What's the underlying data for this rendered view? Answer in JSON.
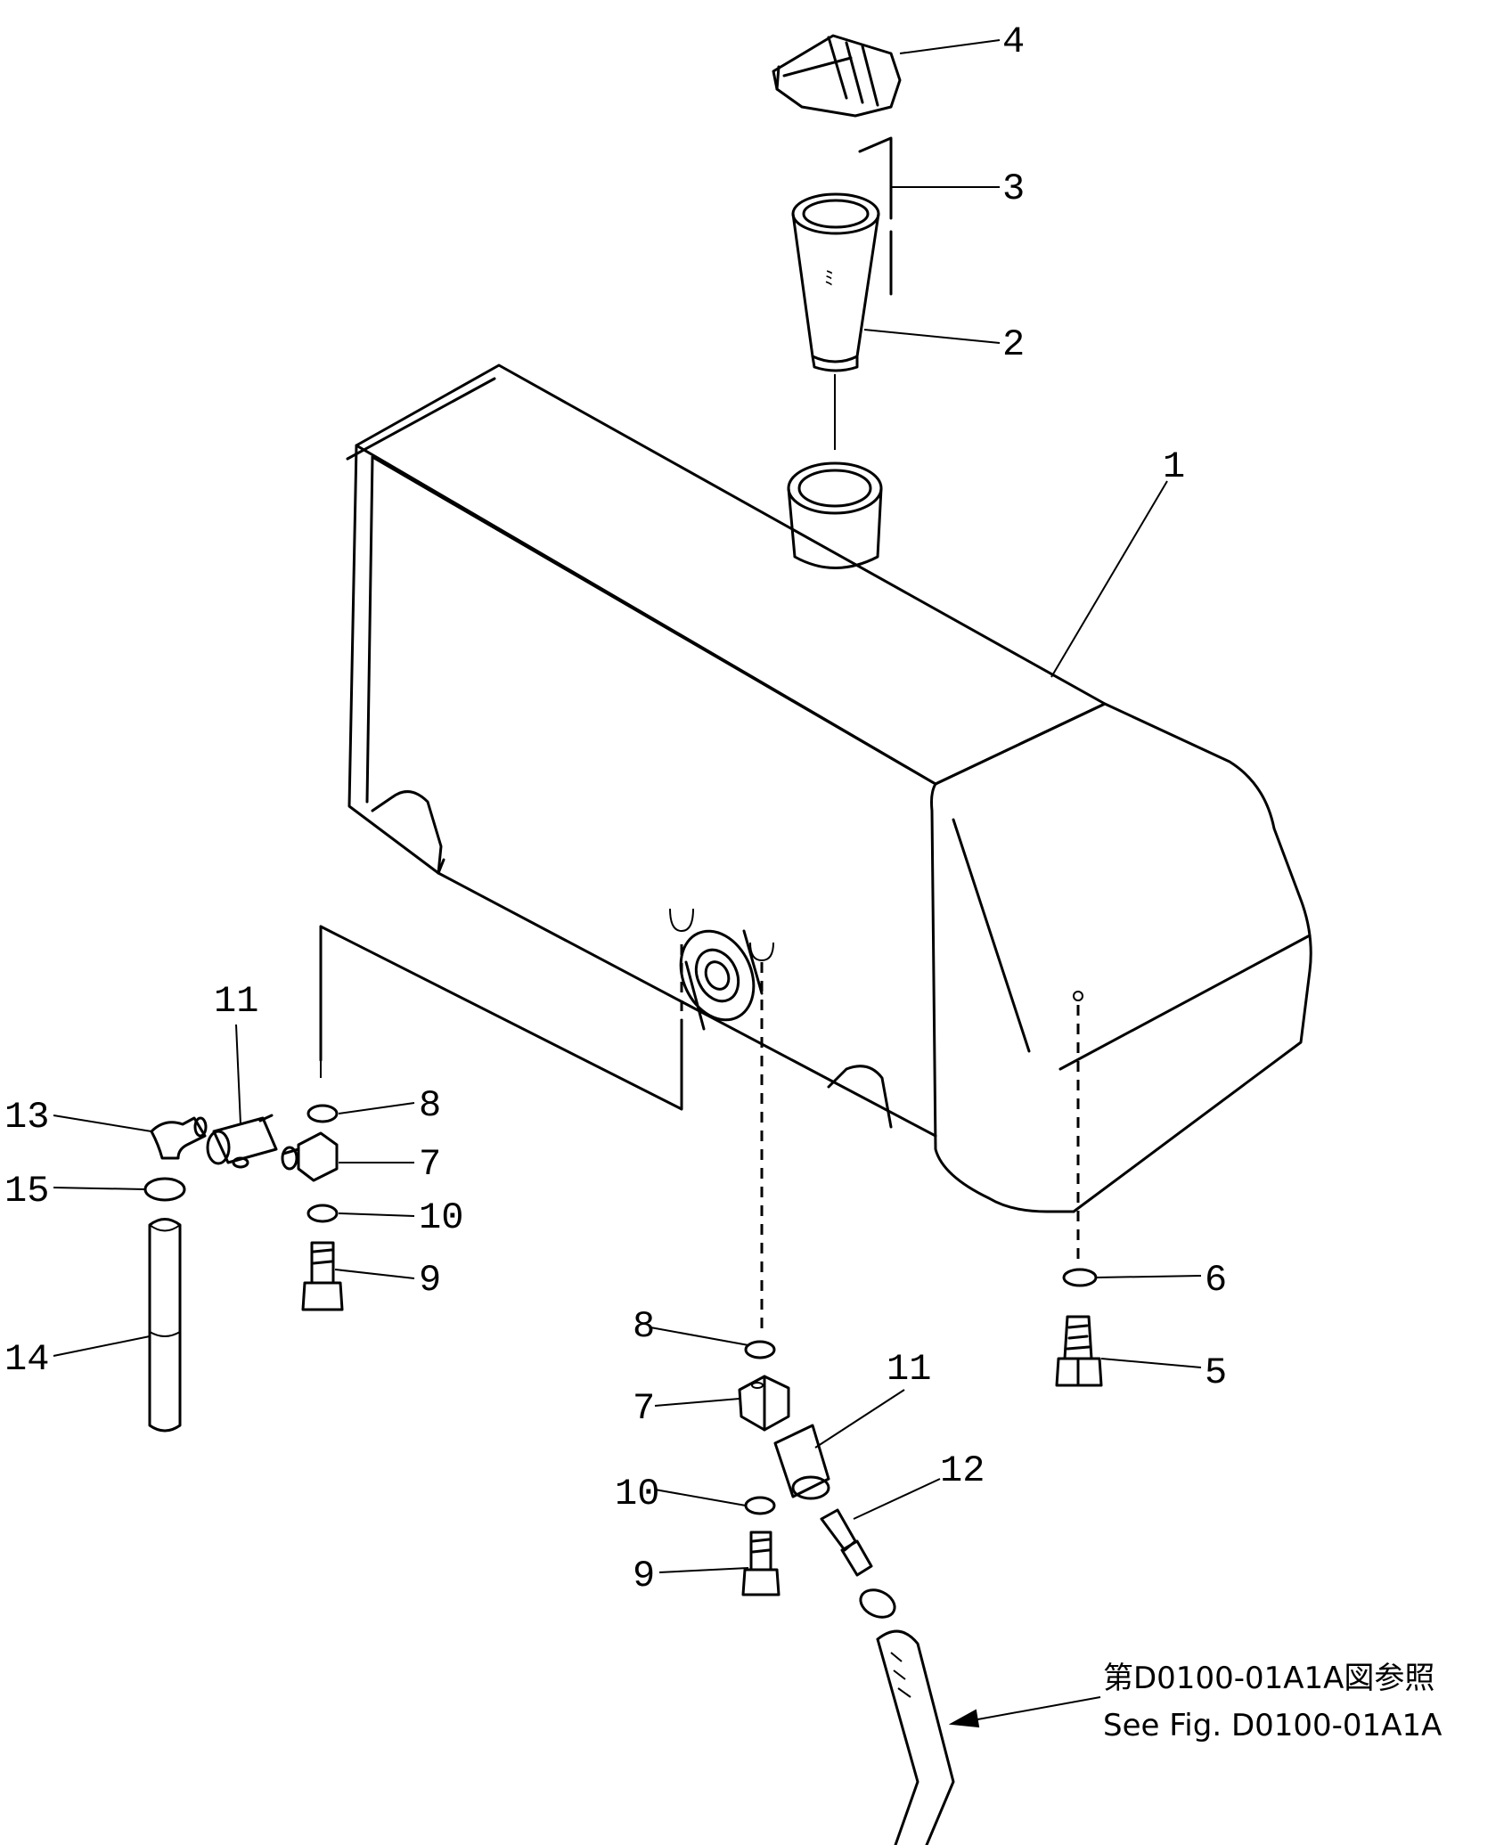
{
  "callouts": {
    "c1": "1",
    "c2": "2",
    "c3": "3",
    "c4": "4",
    "c5": "5",
    "c6": "6",
    "c7a": "7",
    "c7b": "7",
    "c8a": "8",
    "c8b": "8",
    "c9a": "9",
    "c9b": "9",
    "c10a": "10",
    "c10b": "10",
    "c11a": "11",
    "c11b": "11",
    "c12": "12",
    "c13": "13",
    "c14": "14",
    "c15": "15"
  },
  "reference": {
    "japanese": "第D0100-01A1A図参照",
    "english": "See Fig. D0100-01A1A"
  }
}
